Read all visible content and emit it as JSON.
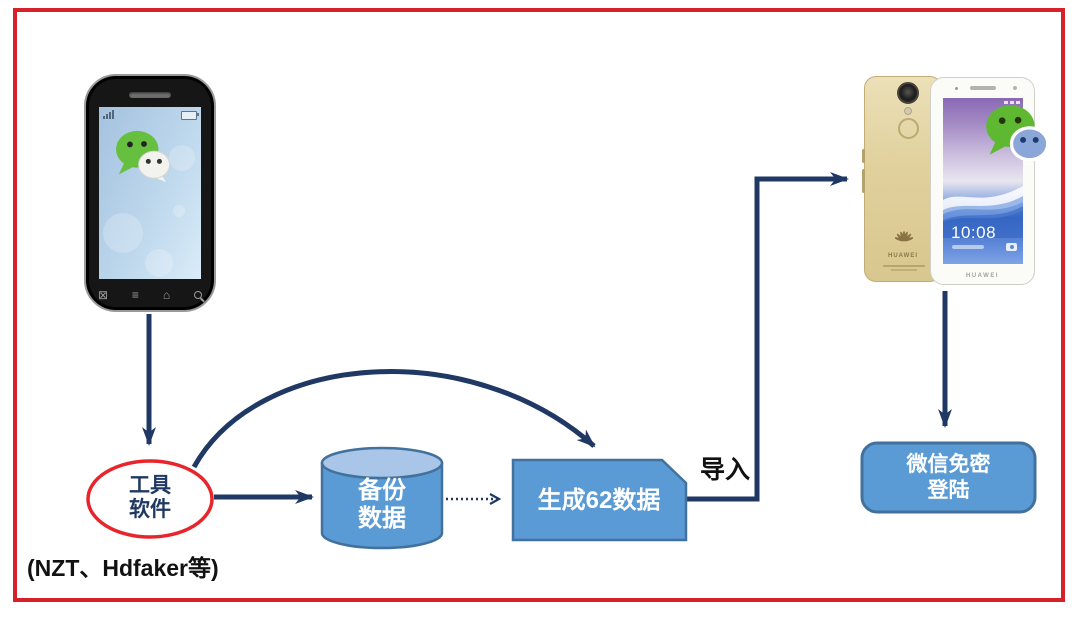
{
  "colors": {
    "frame_red": "#d6202a",
    "ellipse_red": "#e8252b",
    "connector_navy": "#1f3864",
    "node_fill": "#5b9bd5",
    "node_border": "#41719c",
    "cylinder_top": "#a9c6e8",
    "wechat_green": "#66bf3f",
    "huawei_gold": "#dbc890"
  },
  "flow": {
    "tool": {
      "line1": "工具",
      "line2": "软件"
    },
    "tool_caption": "(NZT、Hdfaker等)",
    "backup": {
      "line1": "备份",
      "line2": "数据"
    },
    "generate": {
      "label": "生成62数据"
    },
    "import_edge": {
      "label": "导入"
    },
    "login": {
      "line1": "微信免密",
      "line2": "登陆"
    }
  },
  "old_phone": {
    "nav": {
      "grid_glyph": "⊠",
      "menu_glyph": "≡",
      "home_glyph": "⌂"
    }
  },
  "new_phone": {
    "clock": "10:08",
    "front_brand": "HUAWEI",
    "back_brand": "HUAWEI"
  }
}
